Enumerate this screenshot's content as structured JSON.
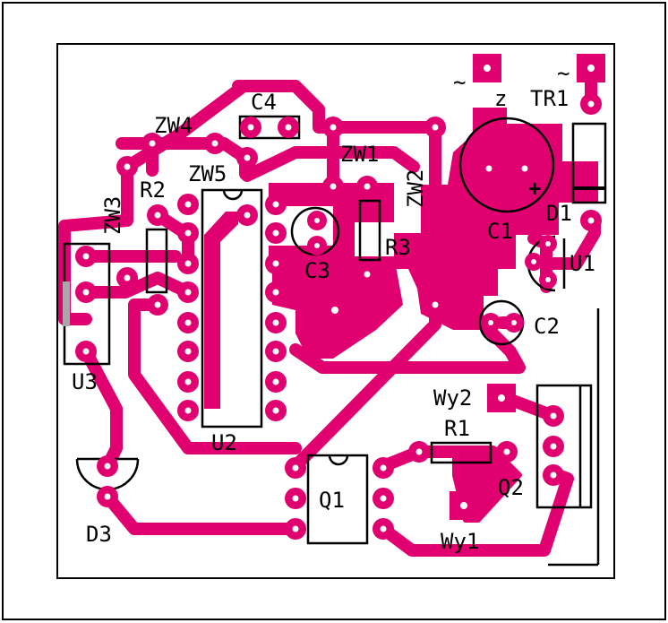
{
  "colors": {
    "copper": "#e0006f",
    "silk": "#000000",
    "board": "#ffffff",
    "pad_hole": "#ffffff",
    "edge_connector": "#a8a8a8"
  },
  "labels": {
    "c4": "C4",
    "zw4": "ZW4",
    "zw1": "ZW1",
    "zw2": "ZW2",
    "zw3": "ZW3",
    "zw5": "ZW5",
    "r2": "R2",
    "r3": "R3",
    "c3": "C3",
    "c1": "C1",
    "d1": "D1",
    "tr1": "TR1",
    "u1": "U1",
    "c2": "C2",
    "u3": "U3",
    "u2": "U2",
    "wy2": "Wy2",
    "r1": "R1",
    "q2": "Q2",
    "q1": "Q1",
    "wy1": "Wy1",
    "d3": "D3",
    "tilde_left": "~",
    "tilde_right": "~",
    "z": "z",
    "plus": "+"
  }
}
